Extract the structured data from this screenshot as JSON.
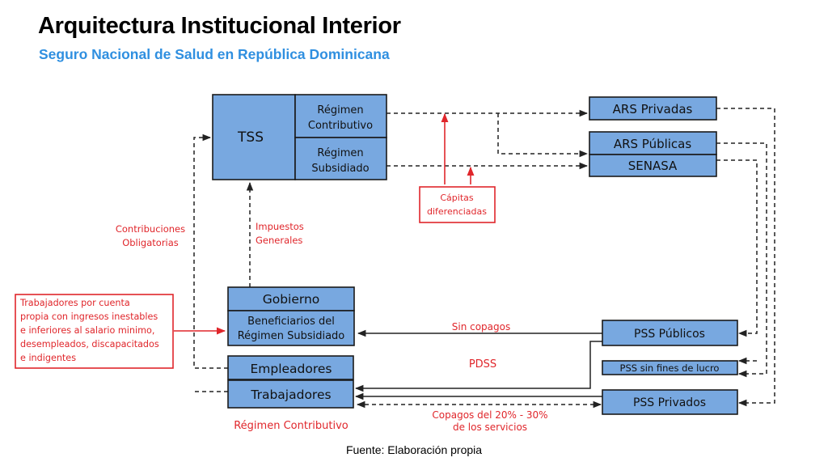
{
  "header": {
    "title": "Arquitectura Institucional Interior",
    "subtitle": "Seguro Nacional de Salud en República Dominicana"
  },
  "diagram": {
    "tss": "TSS",
    "regimen_contributivo_l1": "Régimen",
    "regimen_contributivo_l2": "Contributivo",
    "regimen_subsidiado_l1": "Régimen",
    "regimen_subsidiado_l2": "Subsidiado",
    "ars_privadas": "ARS Privadas",
    "ars_publicas": "ARS Públicas",
    "senasa": "SENASA",
    "capitas_l1": "Cápitas",
    "capitas_l2": "diferenciadas",
    "contribuciones_l1": "Contribuciones",
    "contribuciones_l2": "Obligatorias",
    "impuestos_l1": "Impuestos",
    "impuestos_l2": "Generales",
    "trabajadores_note": [
      "Trabajadores por cuenta",
      "propia con ingresos inestables",
      "e inferiores al salario minimo,",
      "desempleados, discapacitados",
      "e indigentes"
    ],
    "gobierno": "Gobierno",
    "beneficiarios_l1": "Beneficiarios del",
    "beneficiarios_l2": "Régimen Subsidiado",
    "empleadores": "Empleadores",
    "trabajadores": "Trabajadores",
    "regimen_contributivo_label": "Régimen Contributivo",
    "sin_copagos": "Sin copagos",
    "pdss": "PDSS",
    "copagos_l1": "Copagos del 20% - 30%",
    "copagos_l2": "de los servicios",
    "pss_publicos": "PSS Públicos",
    "pss_sin_fines": "PSS sin fines de lucro",
    "pss_privados": "PSS Privados"
  },
  "footer": {
    "source": "Fuente: Elaboración propia"
  },
  "colors": {
    "box_fill": "#78a8e0",
    "accent_red": "#e0262b",
    "subtitle_blue": "#2f8fe0"
  }
}
